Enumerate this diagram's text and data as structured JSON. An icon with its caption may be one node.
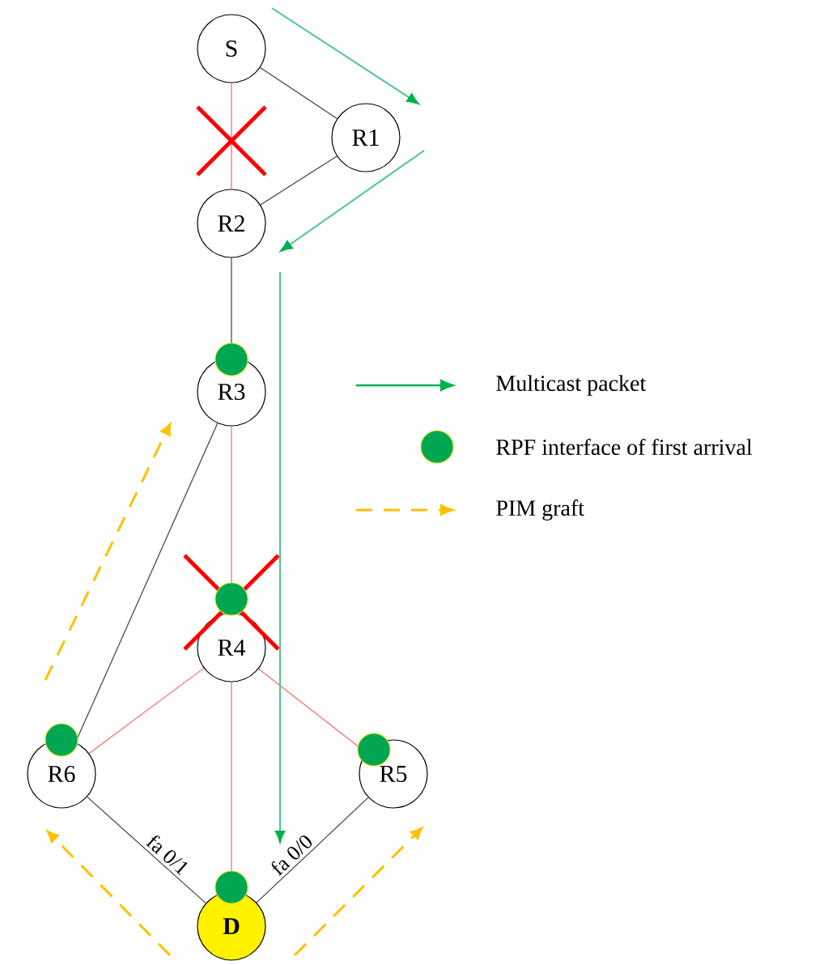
{
  "diagram": {
    "nodes": [
      {
        "text": [
          "S"
        ]
      },
      {
        "text": [
          "R1"
        ]
      },
      {
        "text": [
          "R2"
        ]
      },
      {
        "text": [
          "R3"
        ]
      },
      {
        "text": [
          "R4"
        ]
      },
      {
        "text": [
          "R6"
        ]
      },
      {
        "text": [
          "R5"
        ]
      },
      {
        "text": [
          "D"
        ]
      }
    ],
    "edges": [
      {
        "from": 0,
        "to": 1,
        "arrow": "none"
      },
      {
        "from": 1,
        "to": 2,
        "arrow": "none"
      },
      {
        "from": 0,
        "to": 2,
        "arrow": "none",
        "color": "#ff6666"
      },
      {
        "from": 2,
        "to": 3,
        "arrow": "none"
      },
      {
        "from": 3,
        "to": 4,
        "arrow": "none",
        "color": "#ff6666"
      },
      {
        "from": 3,
        "to": 5,
        "arrow": "none"
      },
      {
        "from": 4,
        "to": 5,
        "arrow": "none",
        "color": "#ff6666"
      },
      {
        "from": 4,
        "to": 6,
        "arrow": "none",
        "color": "#ff6666"
      },
      {
        "from": 4,
        "to": 7,
        "arrow": "none",
        "color": "#ff6666"
      },
      {
        "from": 5,
        "to": 7,
        "arrow": "none",
        "label": "fa 0/1"
      },
      {
        "from": 6,
        "to": 7,
        "arrow": "none",
        "label": "fa 0/0"
      }
    ],
    "legend": [
      {
        "text": "Multicast packet"
      },
      {
        "text": "RPF interface of first arrival",
        "color": "#00a651"
      },
      {
        "text": "PIM graft"
      }
    ]
  }
}
